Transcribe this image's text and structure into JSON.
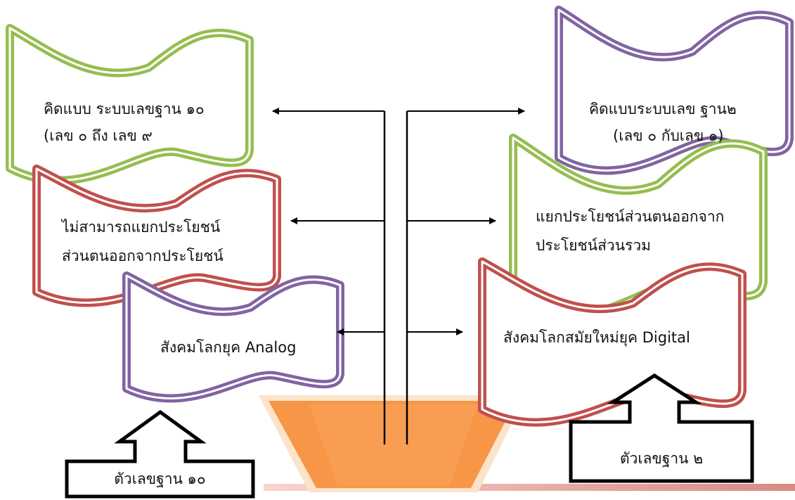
{
  "left": {
    "flag_base10_design": {
      "line1": "คิดแบบ ระบบเลขฐาน ๑๐",
      "line2": "(เลข ๐ ถึง เลข ๙",
      "color": "#94BE50"
    },
    "flag_cannot_separate": {
      "line1": "ไม่สามารถแยกประโยชน์",
      "line2": "ส่วนตนออกจากประโยชน์",
      "color": "#C0504D"
    },
    "flag_analog_society": {
      "text": "สังคมโลกยุค Analog",
      "color": "#8064A2"
    },
    "box_base10_numbers": {
      "text": "ตัวเลขฐาน ๑๐"
    }
  },
  "right": {
    "flag_base2_design": {
      "line1": "คิดแบบระบบเลข ฐาน๒",
      "line2": "(เลข ๐ กับเลข ๑)",
      "color": "#8064A2"
    },
    "flag_separate_interest": {
      "line1": "แยกประโยชน์ส่วนตนออกจาก",
      "line2": "ประโยชน์ส่วนรวม",
      "color": "#94BE50"
    },
    "flag_digital_society": {
      "text": "สังคมโลกสมัยใหม่ยุค Digital",
      "color": "#C0504D"
    },
    "box_base2_numbers": {
      "text": "ตัวเลขฐาน ๒"
    }
  },
  "colors": {
    "bowl_fill": "#F79646",
    "bowl_rim": "#FDE3C9",
    "floor": "#F2B8B0",
    "arrow": "#000000"
  }
}
